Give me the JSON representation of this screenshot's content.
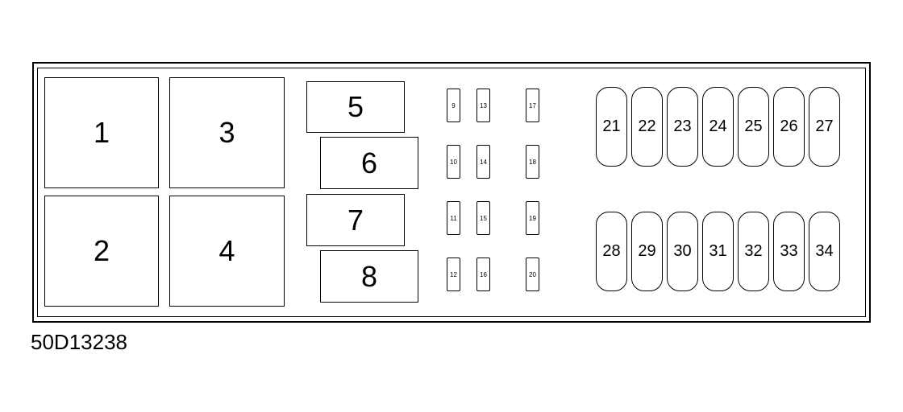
{
  "diagram_code": "50D13238",
  "large_relays": [
    "1",
    "2",
    "3",
    "4"
  ],
  "relays": [
    "5",
    "6",
    "7",
    "8"
  ],
  "mini_fuses": [
    "9",
    "10",
    "11",
    "12",
    "13",
    "14",
    "15",
    "16",
    "17",
    "18",
    "19",
    "20"
  ],
  "maxi_fuses": [
    "21",
    "22",
    "23",
    "24",
    "25",
    "26",
    "27",
    "28",
    "29",
    "30",
    "31",
    "32",
    "33",
    "34"
  ]
}
